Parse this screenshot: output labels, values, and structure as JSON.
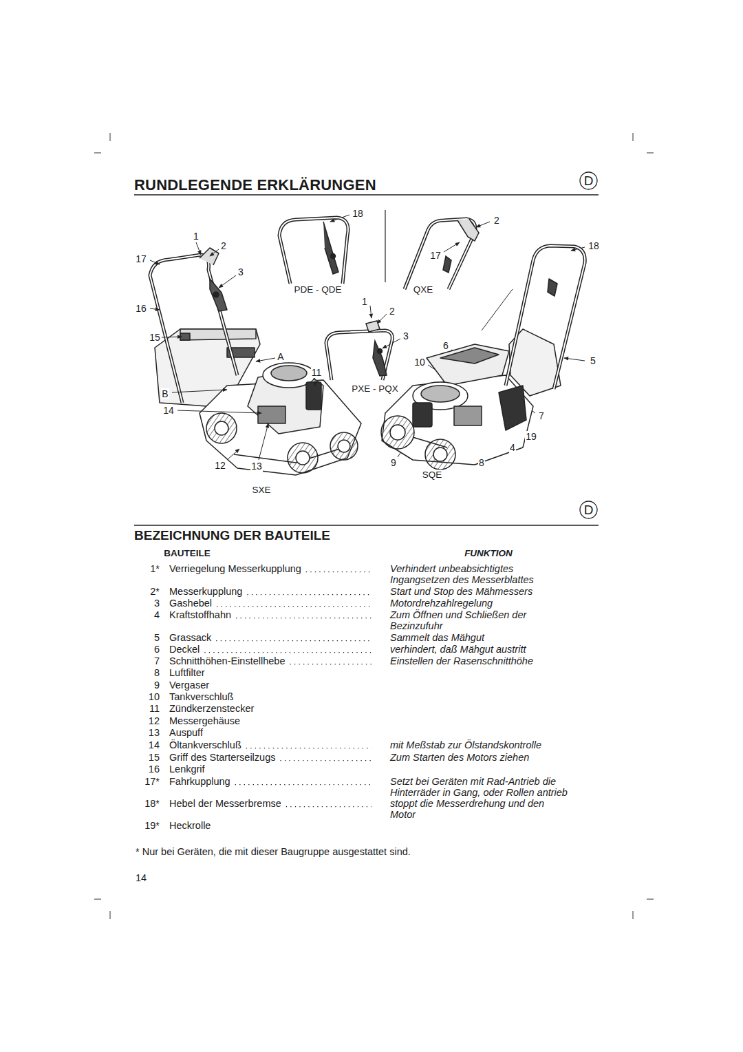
{
  "diagram": {
    "title": "RUNDLEGENDE ERKLÄRUNGEN",
    "nodes": [
      {
        "text": [
          "D"
        ]
      },
      {
        "text": [
          "D"
        ]
      }
    ],
    "labels": [
      "1",
      "2",
      "17",
      "3",
      "16",
      "15",
      "A",
      "11",
      "B",
      "14",
      "12",
      "13",
      "SXE",
      "18",
      "PDE - QDE",
      "1",
      "2",
      "3",
      "PXE - PQX",
      "2",
      "17",
      "18",
      "QXE",
      "6",
      "10",
      "5",
      "7",
      "19",
      "4",
      "9",
      "8",
      "SQE",
      "BEZEICHNUNG DER BAUTEILE",
      "BAUTEILE",
      "FUNKTION",
      "1*",
      "Verriegelung Messerkupplung",
      "Verhindert unbeabsichtigtes Ingangsetzen des Messerblattes",
      "2*",
      "Messerkupplung",
      "Start und Stop des Mähmessers",
      "3",
      "Gashebel",
      "Motordrehzahlregelung",
      "4",
      "Kraftstoffhahn",
      "Zum Öffnen und Schließen der Bezinzufuhr",
      "5",
      "Grassack",
      "Sammelt das Mähgut",
      "6",
      "Deckel",
      "verhindert, daß Mähgut austritt",
      "7",
      "Schnitthöhen-Einstellhebe",
      "Einstellen der Rasenschnitthöhe",
      "8",
      "Luftfilter",
      "9",
      "Vergaser",
      "10",
      "Tankverschluß",
      "11",
      "Zündkerzenstecker",
      "12",
      "Messergehäuse",
      "13",
      "Auspuff",
      "14",
      "Öltankverschluß",
      "mit Meßstab zur Ölstandskontrolle",
      "15",
      "Griff des Starterseilzugs",
      "Zum Starten des Motors ziehen",
      "16",
      "Lenkgrif",
      "17*",
      "Fahrkupplung",
      "Setzt bei Geräten mit Rad-Antrieb die Hinterräder in Gang, oder Rollen antrieb",
      "18*",
      "Hebel der Messerbremse",
      "stoppt die Messerdrehung und den Motor",
      "19*",
      "Heckrolle",
      "* Nur bei Geräten, die mit dieser Baugruppe ausgestattet sind.",
      "14"
    ]
  }
}
